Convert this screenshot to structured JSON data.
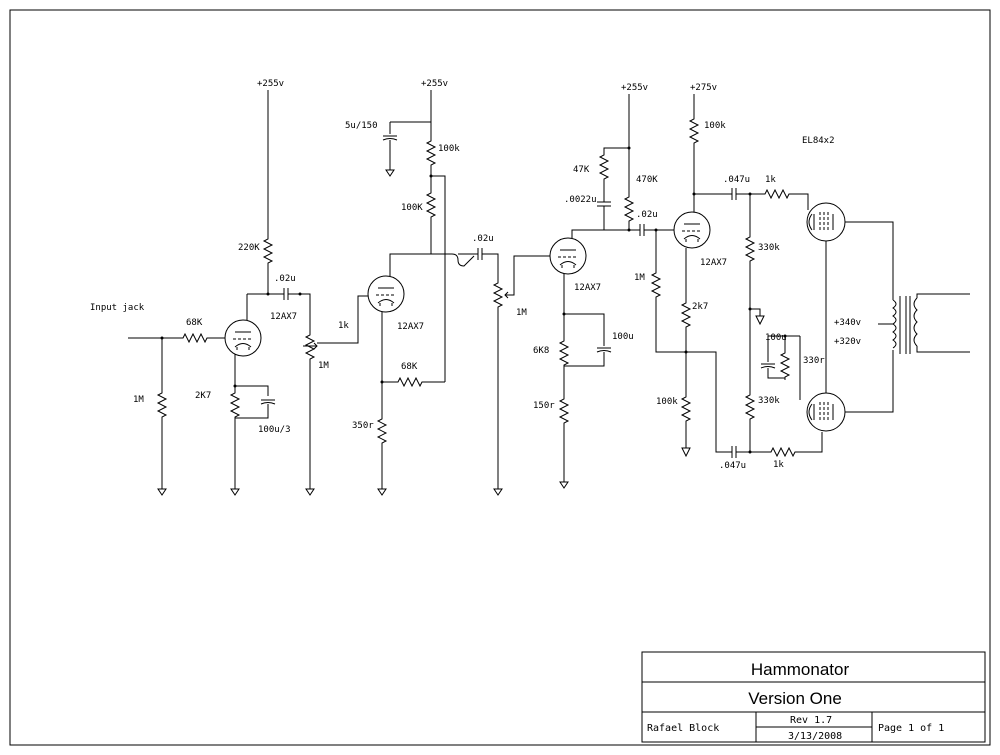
{
  "labels": {
    "input_jack": "Input jack",
    "r_68k_in": "68K",
    "r_1m_in": "1M",
    "r_2k7_a": "2K7",
    "c_100u_3": "100u/3",
    "supply_255_a": "+255v",
    "r_220k": "220K",
    "c_02u_a": ".02u",
    "tube_12ax7_a": "12AX7",
    "pot_1m_a": "1M",
    "r_1k_grid": "1k",
    "supply_255_b": "+255v",
    "c_5u_150": "5u/150",
    "r_100k_a": "100k",
    "r_100k_b": "100K",
    "tube_12ax7_b": "12AX7",
    "r_68k_fb": "68K",
    "r_350r": "350r",
    "c_02u_b": ".02u",
    "pot_1m_b": "1M",
    "tube_12ax7_c": "12AX7",
    "r_6k8": "6K8",
    "r_150r": "150r",
    "c_100u_a": "100u",
    "supply_255_c": "+255v",
    "r_47k": "47K",
    "c_0022u": ".0022u",
    "r_470k": "470K",
    "c_02u_c": ".02u",
    "r_1m_pi": "1M",
    "supply_275": "+275v",
    "r_100k_pi": "100k",
    "tube_12ax7_d": "12AX7",
    "r_2k7_b": "2k7",
    "r_100k_pi2": "100k",
    "c_047u_a": ".047u",
    "r_1k_a": "1k",
    "r_330k_a": "330k",
    "c_100u_b": "100u",
    "r_330k_b": "330k",
    "r_330r": "330r",
    "c_047u_b": ".047u",
    "r_1k_b": "1k",
    "tube_el84": "EL84x2",
    "supply_340": "+340v",
    "supply_320": "+320v"
  },
  "title_block": {
    "title": "Hammonator",
    "subtitle": "Version One",
    "author": "Rafael Block",
    "revision": "Rev 1.7",
    "date": "3/13/2008",
    "page": "Page 1 of 1"
  }
}
